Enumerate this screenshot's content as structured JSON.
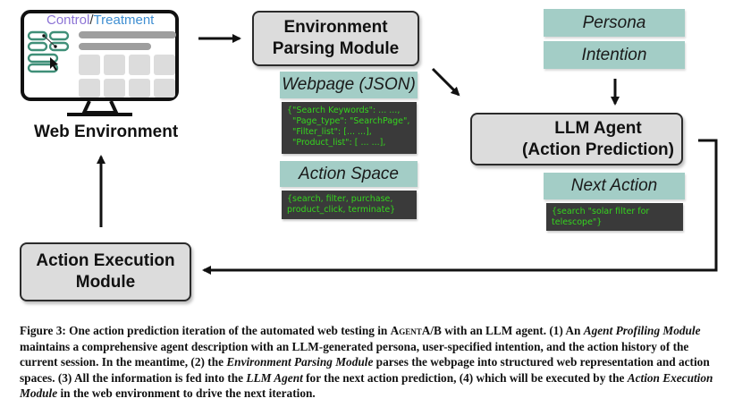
{
  "web_environment": {
    "screen_title_control": "Control",
    "screen_title_sep": "/",
    "screen_title_treatment": "Treatment",
    "label": "Web Environment",
    "colors": {
      "control": "#8d74d6",
      "treatment": "#3f8fd2",
      "sidebar_pills": "#3f8f78"
    }
  },
  "env_parsing_module": {
    "line1": "Environment",
    "line2": "Parsing Module"
  },
  "webpage_json": {
    "title": "Webpage (JSON)",
    "code": "{\"Search Keywords\": ... ...,\n  \"Page_type\": \"SearchPage\",\n  \"Filter_list\": [... ...],\n  \"Product_list\": [ ... ...],"
  },
  "action_space": {
    "title": "Action Space",
    "code": "{search, filter, purchase,\nproduct_click, terminate}"
  },
  "persona": {
    "label": "Persona"
  },
  "intention": {
    "label": "Intention"
  },
  "llm_agent": {
    "line1": "LLM Agent",
    "line2": "(Action Prediction)"
  },
  "next_action": {
    "title": "Next Action",
    "code": "{search \"solar filter for\ntelescope\"}"
  },
  "action_execution_module": {
    "line1": "Action Execution",
    "line2": "Module"
  },
  "caption": {
    "p1": "Figure 3: One action prediction iteration of the automated web testing in ",
    "system_name": "AgentA/B",
    "p2": " with an LLM agent. (1) An ",
    "i1": "Agent Profiling Module",
    "p3": " maintains a comprehensive agent description with an LLM-generated persona, user-specified intention, and the action history of the current session. In the meantime, (2) the ",
    "i2": "Environment Parsing Module",
    "p4": " parses the webpage into structured web representation and action spaces. (3) All the information is fed into the ",
    "i3": "LLM Agent",
    "p5": " for the next action prediction, (4) which will be executed by the ",
    "i4": "Action Execution Module",
    "p6": " in the web environment to drive the next iteration."
  }
}
